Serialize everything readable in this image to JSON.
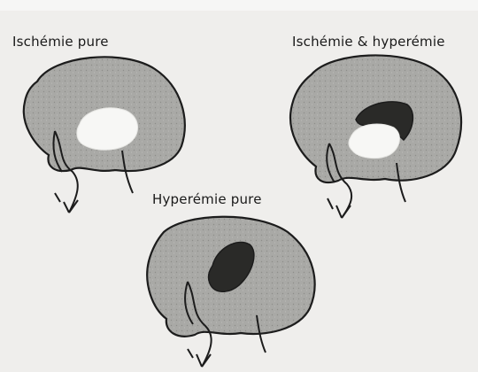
{
  "labels": {
    "ischemia": "Ischémie pure",
    "ischemia_hyperemia": "Ischémie & hyperémie",
    "hyperemia": "Hyperémie pure"
  },
  "colors": {
    "paper": "#efeeec",
    "ink": "#1c1c1c",
    "organ_fill": "#a9a9a6",
    "organ_fill_dark": "#8f8f8c",
    "ischemic_zone": "#f7f7f5",
    "hyperemic_zone": "#2a2a28"
  }
}
